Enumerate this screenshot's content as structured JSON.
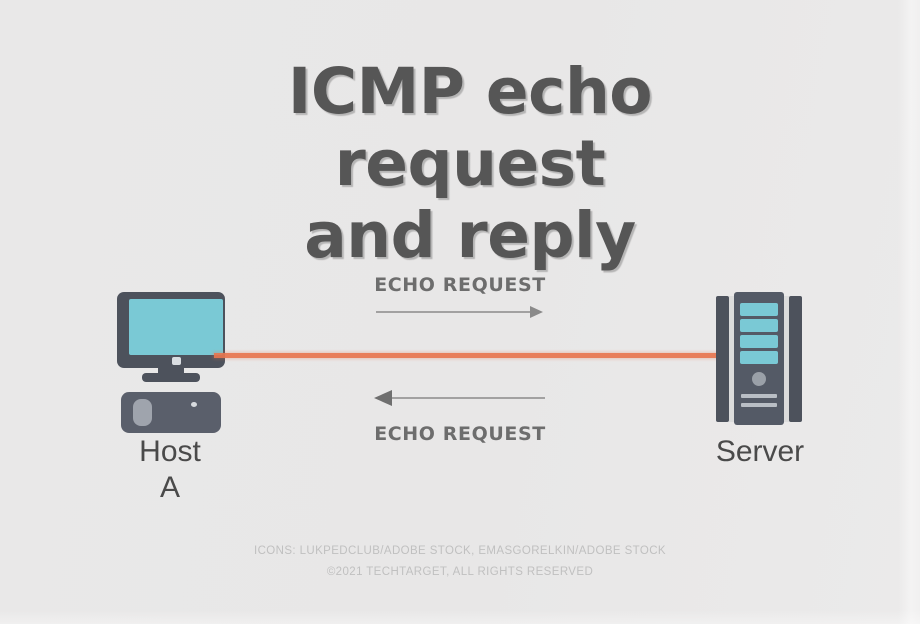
{
  "page": {
    "title": "ICMP echo request and reply",
    "background_color": "#e8e7e7"
  },
  "diagram": {
    "heading": "ICMP echo request\nand reply",
    "heading_color": "#565656",
    "link_color": "#e8764f",
    "accent_teal": "#7ac9d5",
    "device_slate": "#4d525c",
    "nodes": [
      {
        "id": "host",
        "caption": "Host\nA",
        "icon": "desktop-computer-icon"
      },
      {
        "id": "server",
        "caption": "Server",
        "icon": "server-tower-icon"
      }
    ],
    "flows": [
      {
        "id": "request",
        "label": "ECHO REQUEST",
        "direction": "right",
        "label_position": "above-arrow"
      },
      {
        "id": "reply",
        "label": "ECHO REQUEST",
        "direction": "left",
        "label_position": "below-arrow"
      }
    ],
    "arrow_color": "#8a8a8a"
  },
  "credits": {
    "line1": "ICONS: LUKPEDCLUB/ADOBE STOCK, EMASGORELKIN/ADOBE STOCK",
    "line2": "©2021 TECHTARGET, ALL RIGHTS RESERVED"
  }
}
